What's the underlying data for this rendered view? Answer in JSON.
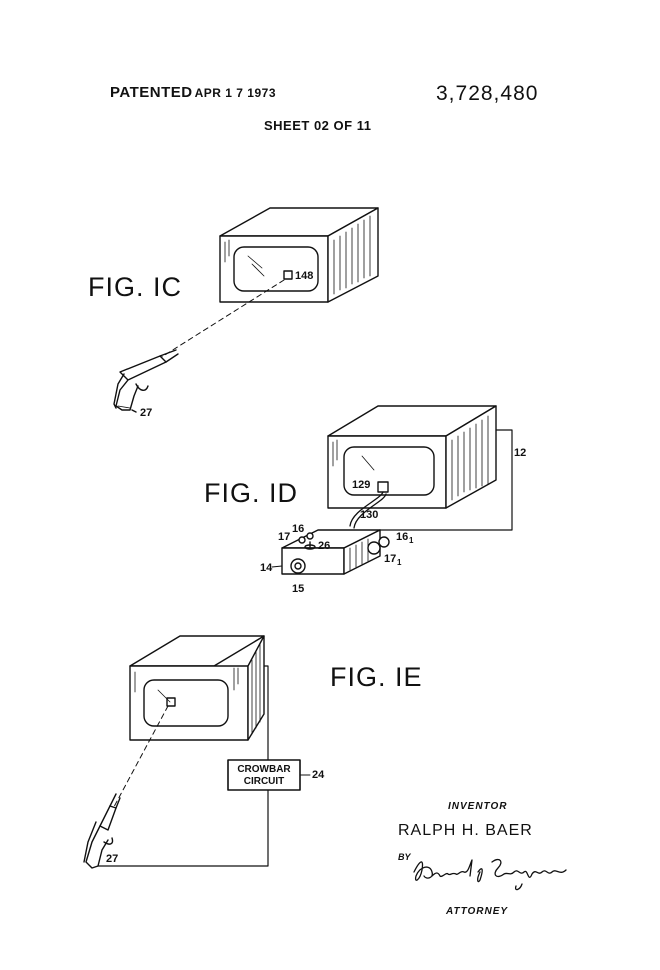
{
  "header": {
    "patented": "PATENTED",
    "date": "APR 1 7 1973",
    "patent_number": "3,728,480",
    "sheet": "SHEET  02 OF 11"
  },
  "figures": {
    "fig1c": "FIG. IC",
    "fig1d": "FIG. ID",
    "fig1e": "FIG. IE"
  },
  "labels": {
    "l148": "148",
    "l27a": "27",
    "l12": "12",
    "l129": "129",
    "l130": "130",
    "l16": "16",
    "l17": "17",
    "l26": "26",
    "l16_1": "16",
    "l17_1": "17",
    "sub1": "1",
    "l14": "14",
    "l15": "15",
    "crowbar1": "CROWBAR",
    "crowbar2": "CIRCUIT",
    "l24": "24",
    "l27b": "27"
  },
  "signature": {
    "inventor_label": "INVENTOR",
    "inventor_name": "RALPH H. BAER",
    "by_label": "BY",
    "attorney_signature": "Richard I. Seligman",
    "attorney_label": "ATTORNEY"
  }
}
